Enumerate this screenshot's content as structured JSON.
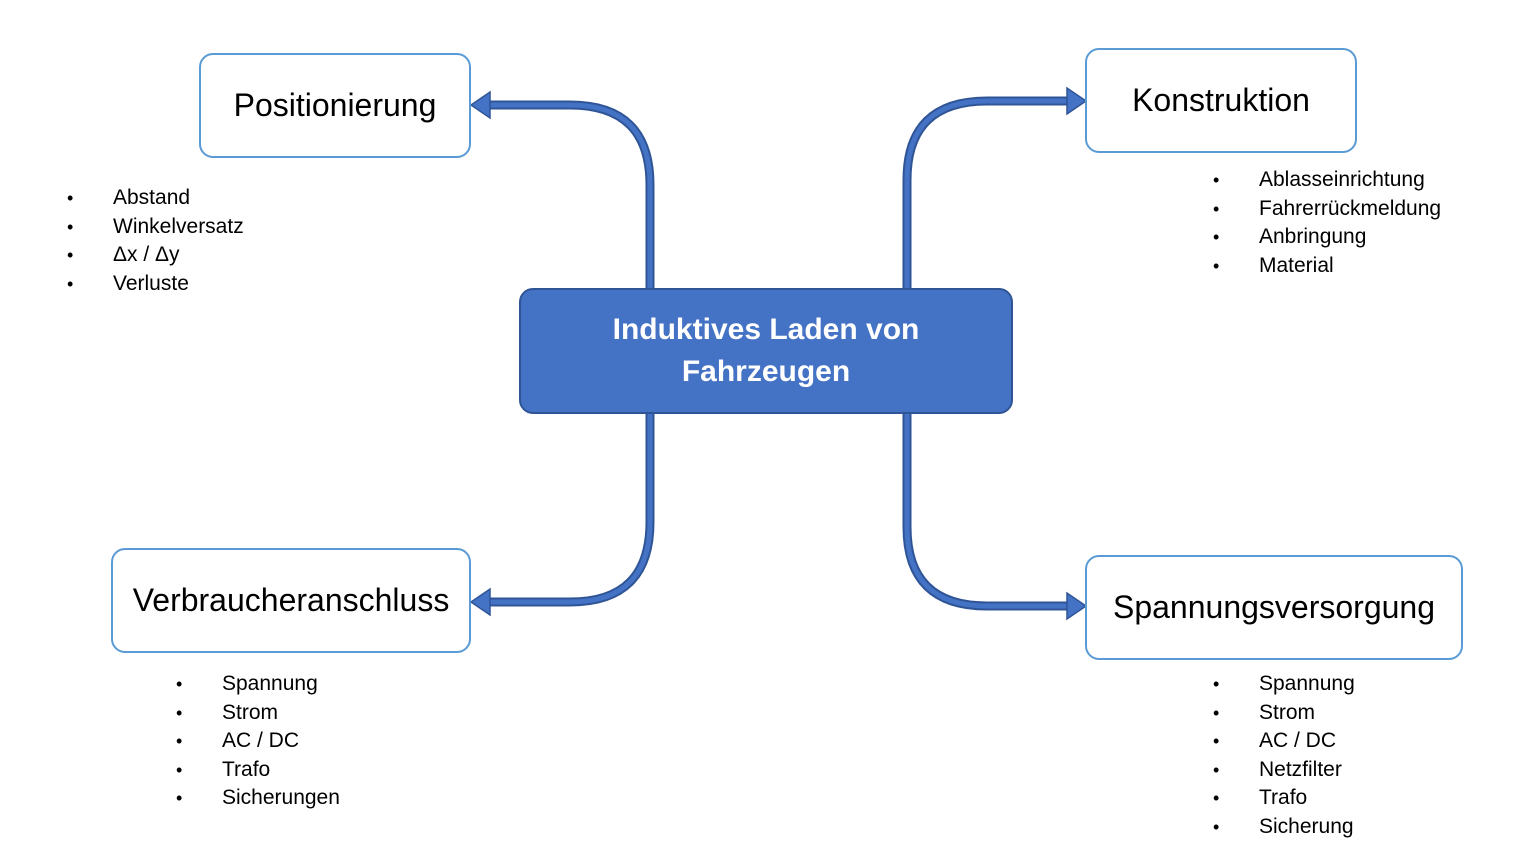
{
  "center": {
    "title": "Induktives Laden von Fahrzeugen"
  },
  "topics": {
    "positionierung": {
      "label": "Positionierung",
      "items": [
        "Abstand",
        "Winkelversatz",
        "Δx / Δy",
        "Verluste"
      ]
    },
    "konstruktion": {
      "label": "Konstruktion",
      "items": [
        "Ablasseinrichtung",
        "Fahrerrückmeldung",
        "Anbringung",
        "Material"
      ]
    },
    "verbraucheranschluss": {
      "label": "Verbraucheranschluss",
      "items": [
        "Spannung",
        "Strom",
        "AC / DC",
        "Trafo",
        "Sicherungen"
      ]
    },
    "spannungsversorgung": {
      "label": "Spannungsversorgung",
      "items": [
        "Spannung",
        "Strom",
        "AC / DC",
        "Netzfilter",
        "Trafo",
        "Sicherung"
      ]
    }
  },
  "colors": {
    "center_fill": "#4472c4",
    "center_border": "#2f5597",
    "topic_border": "#5b9bd5",
    "connector": "#4472c4"
  }
}
